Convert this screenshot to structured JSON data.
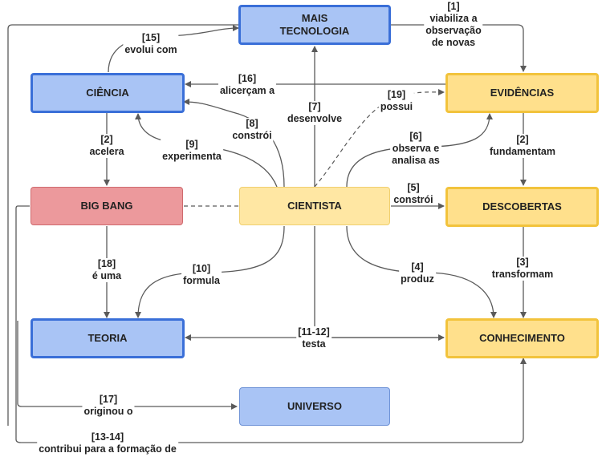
{
  "nodes": {
    "mais_tecnologia": "MAIS\nTECNOLOGIA",
    "ciencia": "CIÊNCIA",
    "evidencias": "EVIDÊNCIAS",
    "big_bang": "BIG BANG",
    "cientista": "CIENTISTA",
    "descobertas": "DESCOBERTAS",
    "teoria": "TEORIA",
    "conhecimento": "CONHECIMENTO",
    "universo": "UNIVERSO"
  },
  "links": {
    "l1": "[1]\nviabiliza a\nobservação\nde novas",
    "l2a": "[2]\nacelera",
    "l2b": "[2]\nfundamentam",
    "l3": "[3]\ntransformam",
    "l4": "[4]\nproduz",
    "l5": "[5]\nconstrói",
    "l6": "[6]\nobserva e\nanalisa as",
    "l7": "[7]\ndesenvolve",
    "l8": "[8]\nconstrói",
    "l9": "[9]\nexperimenta",
    "l10": "[10]\nformula",
    "l11_12": "[11-12]\ntesta",
    "l13_14": "[13-14]\ncontribui para a formação de",
    "l15": "[15]\nevolui com",
    "l16": "[16]\nalicerçam a",
    "l17": "[17]\noriginou o",
    "l18": "[18]\né uma",
    "l19": "[19]\npossui"
  },
  "colors": {
    "line": "#5a5a5a",
    "blue_fill": "#a9c4f5",
    "blue_border": "#3a6fd8",
    "yellow_fill": "#ffe08c",
    "yellow_border": "#f2c33c",
    "red_fill": "#ec999c"
  }
}
